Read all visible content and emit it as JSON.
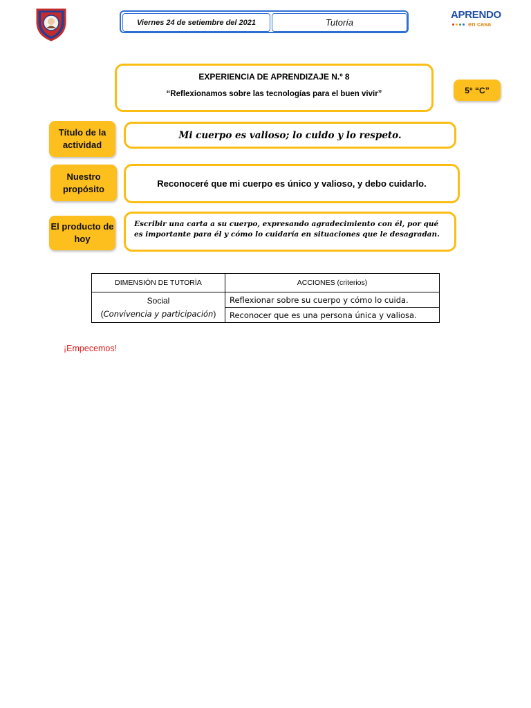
{
  "header": {
    "date": "Viernes 24 de setiembre del 2021",
    "area": "Tutoría",
    "logo_top": "APRENDO",
    "logo_bottom": "en casa",
    "logo_dot_colors": [
      "#e5362b",
      "#f0b323",
      "#2f9e47",
      "#2c6fd1"
    ]
  },
  "experience": {
    "title": "EXPERIENCIA DE APRENDIZAJE N.º 8",
    "subtitle": "“Reflexionamos sobre las tecnologías para el buen vivir”"
  },
  "grade": "5° “C”",
  "activity": {
    "title_label": "Título de la actividad",
    "title_value": "Mi cuerpo es valioso; lo cuido y lo respeto.",
    "purpose_label": "Nuestro propósito",
    "purpose_value": "Reconoceré que mi cuerpo es único y valioso, y debo cuidarlo.",
    "product_label": "El producto de hoy",
    "product_value": "Escribir una carta a su cuerpo, expresando agradecimiento con él, por qué es importante para él y cómo lo cuidaría en situaciones que le desagradan."
  },
  "table": {
    "headers": [
      "DIMENSIÒN DE TUTORÌA",
      "ACCIONES (criterios)"
    ],
    "dimension_main": "Social",
    "dimension_sub": "Convivencia y participación",
    "actions": [
      "Reflexionar sobre su cuerpo y cómo lo cuida.",
      "Reconocer que es una persona única y valiosa."
    ]
  },
  "start_text": "¡Empecemos!",
  "colors": {
    "accent_yellow": "#fdbf1e",
    "header_blue": "#2e6fd6",
    "start_red": "#e31b1b"
  }
}
